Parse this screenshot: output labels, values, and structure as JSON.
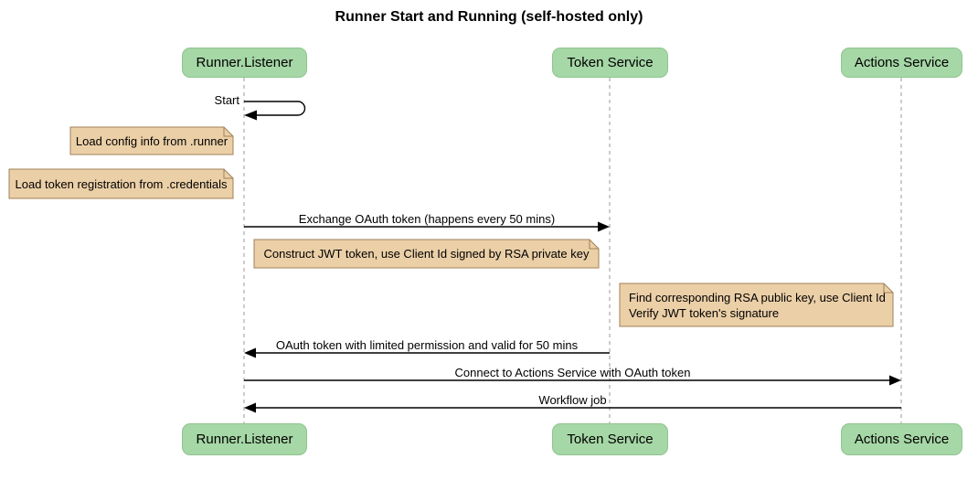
{
  "title": "Runner Start and Running (self-hosted only)",
  "participants": [
    {
      "label": "Runner.Listener"
    },
    {
      "label": "Token Service"
    },
    {
      "label": "Actions Service"
    }
  ],
  "messages": [
    {
      "label": "Start",
      "from": "Runner.Listener",
      "to": "Runner.Listener",
      "kind": "self"
    },
    {
      "label": "Exchange OAuth token (happens every 50 mins)",
      "from": "Runner.Listener",
      "to": "Token Service",
      "kind": "arrow-right"
    },
    {
      "label": "OAuth token with limited permission and valid for 50 mins",
      "from": "Token Service",
      "to": "Runner.Listener",
      "kind": "arrow-left"
    },
    {
      "label": "Connect to Actions Service with OAuth token",
      "from": "Runner.Listener",
      "to": "Actions Service",
      "kind": "arrow-right"
    },
    {
      "label": "Workflow job",
      "from": "Actions Service",
      "to": "Runner.Listener",
      "kind": "arrow-left"
    }
  ],
  "notes": [
    {
      "text": "Load config info from .runner"
    },
    {
      "text": "Load token registration from .credentials"
    },
    {
      "text": "Construct JWT token, use Client Id signed by RSA private key"
    },
    {
      "text": "Find corresponding RSA public key, use Client Id\nVerify JWT token's signature"
    }
  ],
  "colors": {
    "participant_fill": "#A6D7A6",
    "participant_border": "#8FC48F",
    "note_fill": "#EBCFA7",
    "note_border": "#A0815A",
    "lifeline": "#999999",
    "message_line": "#000000",
    "text": "#000000",
    "background": "#FFFFFF"
  }
}
